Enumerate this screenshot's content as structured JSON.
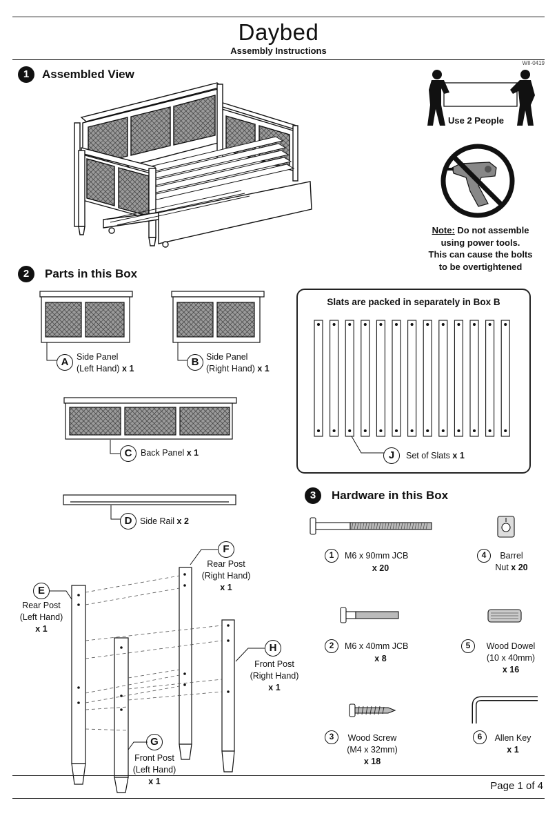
{
  "header": {
    "title": "Daybed",
    "subtitle": "Assembly Instructions",
    "doc_number": "WII-0419"
  },
  "sections": {
    "s1": {
      "number": "1",
      "title": "Assembled View"
    },
    "s2": {
      "number": "2",
      "title": "Parts in this Box"
    },
    "s3": {
      "number": "3",
      "title": "Hardware in this Box"
    }
  },
  "warnings": {
    "people_caption": "Use 2 People",
    "note_label": "Note:",
    "note_line1": " Do not assemble",
    "note_line2": "using power tools.",
    "note_line3": "This can cause the bolts",
    "note_line4": "to be overtightened"
  },
  "parts": {
    "A": {
      "letter": "A",
      "line1": "Side Panel",
      "line2": "(Left Hand)",
      "qty": "x 1"
    },
    "B": {
      "letter": "B",
      "line1": "Side Panel",
      "line2": "(Right Hand)",
      "qty": "x 1"
    },
    "C": {
      "letter": "C",
      "name": "Back Panel",
      "qty": "x 1"
    },
    "D": {
      "letter": "D",
      "name": "Side Rail",
      "qty": "x 2"
    },
    "E": {
      "letter": "E",
      "line1": "Rear Post",
      "line2": "(Left Hand)",
      "qty": "x 1"
    },
    "F": {
      "letter": "F",
      "line1": "Rear Post",
      "line2": "(Right Hand)",
      "qty": "x 1"
    },
    "G": {
      "letter": "G",
      "line1": "Front Post",
      "line2": "(Left Hand)",
      "qty": "x 1"
    },
    "H": {
      "letter": "H",
      "line1": "Front Post",
      "line2": "(Right Hand)",
      "qty": "x 1"
    },
    "J": {
      "letter": "J",
      "name": "Set of Slats",
      "qty": "x 1"
    }
  },
  "slats_box": {
    "title": "Slats are packed in separately in Box B"
  },
  "hardware": [
    {
      "number": "1",
      "line1": "M6 x 90mm JCB",
      "line2": "",
      "qty": "x 20"
    },
    {
      "number": "2",
      "line1": "M6 x 40mm JCB",
      "line2": "",
      "qty": "x 8"
    },
    {
      "number": "3",
      "line1": "Wood Screw",
      "line2": "(M4 x 32mm)",
      "qty": "x 18"
    },
    {
      "number": "4",
      "line1": "Barrel",
      "line2": "Nut",
      "qty": "x 20"
    },
    {
      "number": "5",
      "line1": "Wood Dowel",
      "line2": "(10 x 40mm)",
      "qty": "x 16"
    },
    {
      "number": "6",
      "line1": "Allen Key",
      "line2": "",
      "qty": "x 1"
    }
  ],
  "footer": {
    "page": "Page 1 of 4"
  }
}
